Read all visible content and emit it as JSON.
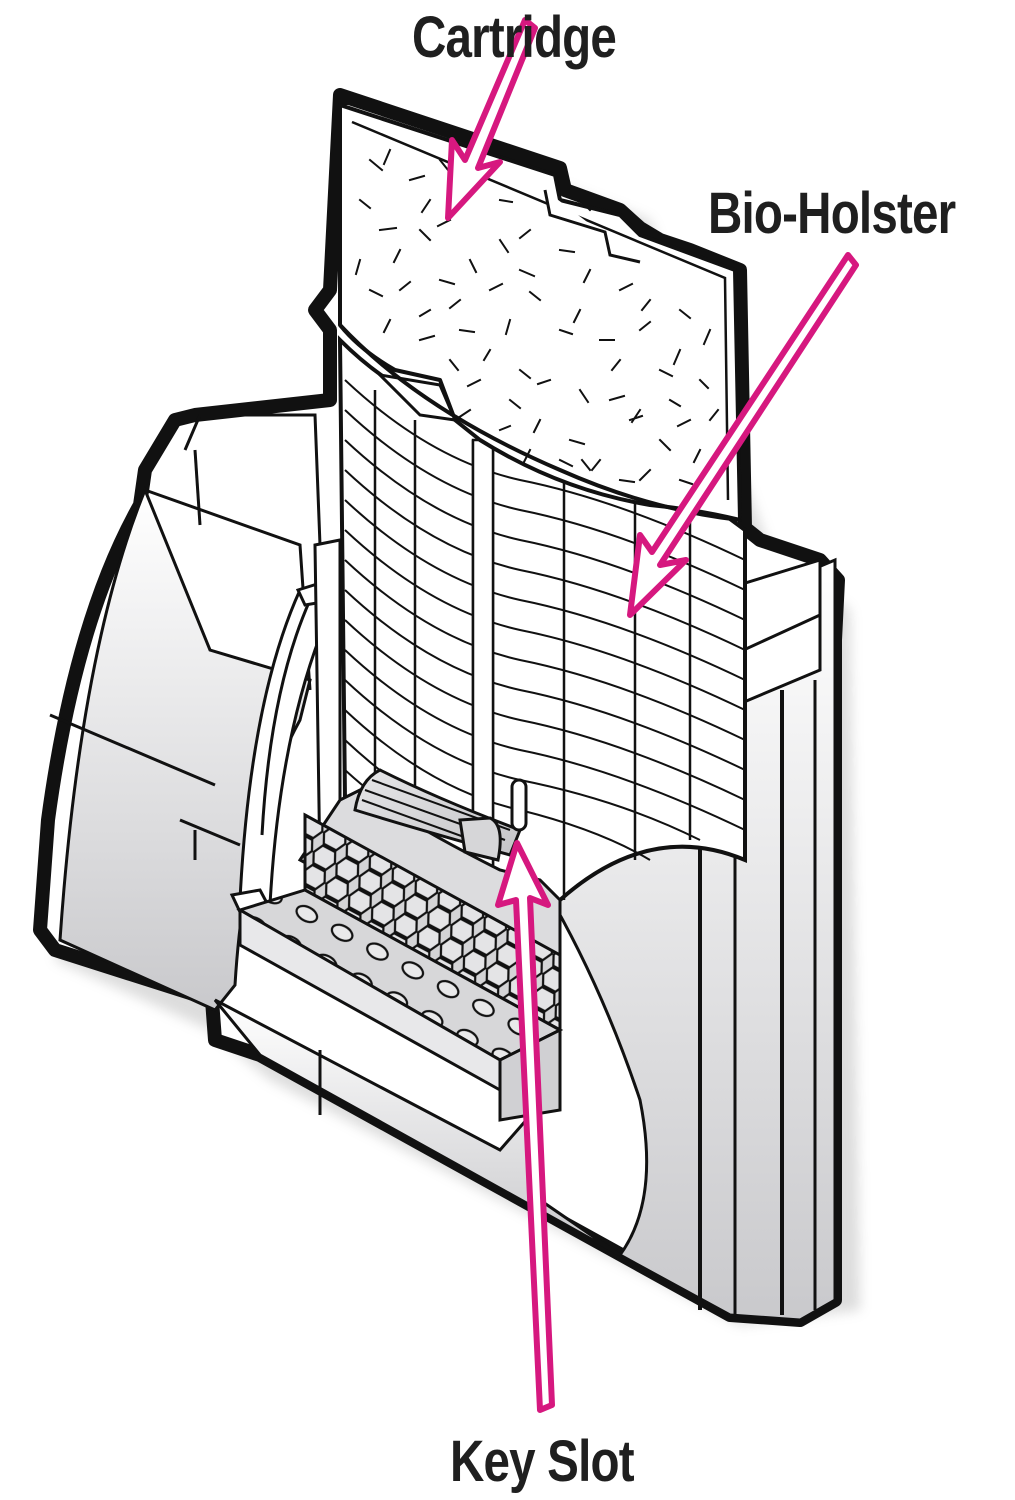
{
  "diagram": {
    "subject": "Aquarium power filter cutaway",
    "callouts": [
      {
        "id": "cartridge",
        "label": "Cartridge"
      },
      {
        "id": "bio-holster",
        "label": "Bio-Holster"
      },
      {
        "id": "key-slot",
        "label": "Key Slot"
      }
    ],
    "colors": {
      "arrow": "#d6187f",
      "outline": "#111111",
      "fill": "#ffffff",
      "shade": "#d9d9dc",
      "text": "#1f1f1f"
    }
  }
}
